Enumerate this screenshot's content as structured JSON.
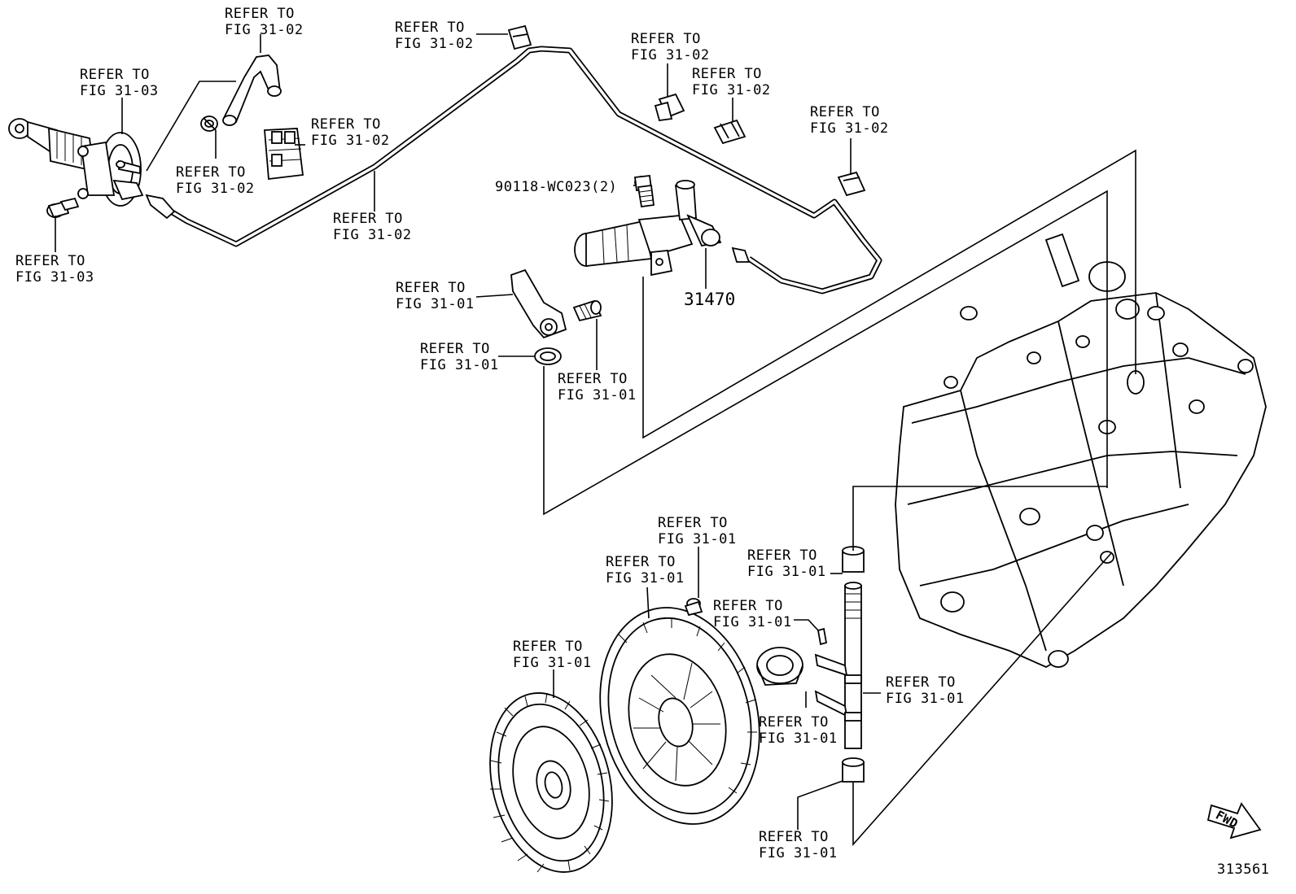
{
  "callouts": [
    {
      "id": "c1",
      "line1": "REFER TO",
      "line2": "FIG 31-02"
    },
    {
      "id": "c2",
      "line1": "REFER TO",
      "line2": "FIG 31-03"
    },
    {
      "id": "c3",
      "line1": "REFER TO",
      "line2": "FIG 31-02"
    },
    {
      "id": "c4",
      "line1": "REFER TO",
      "line2": "FIG 31-02"
    },
    {
      "id": "c5",
      "line1": "REFER TO",
      "line2": "FIG 31-03"
    },
    {
      "id": "c6",
      "line1": "REFER TO",
      "line2": "FIG 31-02"
    },
    {
      "id": "c7",
      "line1": "REFER TO",
      "line2": "FIG 31-02"
    },
    {
      "id": "c8",
      "line1": "REFER TO",
      "line2": "FIG 31-02"
    },
    {
      "id": "c9",
      "line1": "REFER TO",
      "line2": "FIG 31-02"
    },
    {
      "id": "c10",
      "line1": "REFER TO",
      "line2": "FIG 31-02"
    },
    {
      "id": "c11",
      "line1": "REFER TO",
      "line2": "FIG 31-01"
    },
    {
      "id": "c12",
      "line1": "REFER TO",
      "line2": "FIG 31-01"
    },
    {
      "id": "c13",
      "line1": "REFER TO",
      "line2": "FIG 31-01"
    },
    {
      "id": "c14",
      "line1": "REFER TO",
      "line2": "FIG 31-01"
    },
    {
      "id": "c15",
      "line1": "REFER TO",
      "line2": "FIG 31-01"
    },
    {
      "id": "c16",
      "line1": "REFER TO",
      "line2": "FIG 31-01"
    },
    {
      "id": "c17",
      "line1": "REFER TO",
      "line2": "FIG 31-01"
    },
    {
      "id": "c18",
      "line1": "REFER TO",
      "line2": "FIG 31-01"
    },
    {
      "id": "c19",
      "line1": "REFER TO",
      "line2": "FIG 31-01"
    },
    {
      "id": "c20",
      "line1": "REFER TO",
      "line2": "FIG 31-01"
    },
    {
      "id": "c21",
      "line1": "REFER TO",
      "line2": "FIG 31-01"
    }
  ],
  "part_bolt_label": "90118-WC023(2)",
  "part_number_main": "31470",
  "direction_label": "FWD",
  "figure_id": "313561",
  "colors": {
    "ink": "#000000",
    "paper": "#ffffff"
  }
}
